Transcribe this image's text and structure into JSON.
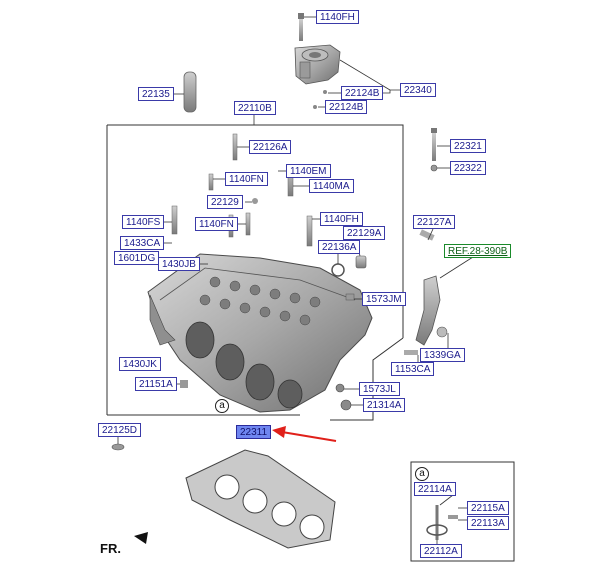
{
  "labels": {
    "l_1140FH_top": "1140FH",
    "l_22124B_a": "22124B",
    "l_22124B_b": "22124B",
    "l_22340": "22340",
    "l_22135": "22135",
    "l_22110B": "22110B",
    "l_22126A": "22126A",
    "l_22321": "22321",
    "l_22322": "22322",
    "l_1140FN_a": "1140FN",
    "l_1140EM": "1140EM",
    "l_1140MA": "1140MA",
    "l_22129": "22129",
    "l_1140FS": "1140FS",
    "l_1140FN_b": "1140FN",
    "l_1140FH_mid": "1140FH",
    "l_22127A": "22127A",
    "l_22129A": "22129A",
    "l_1433CA": "1433CA",
    "l_22136A": "22136A",
    "l_1601DG": "1601DG",
    "l_1430JB": "1430JB",
    "l_1573JM": "1573JM",
    "l_1339GA": "1339GA",
    "l_1430JK": "1430JK",
    "l_1153CA": "1153CA",
    "l_21151A": "21151A",
    "l_1573JL": "1573JL",
    "l_21314A": "21314A",
    "l_22125D": "22125D",
    "l_22311": "22311",
    "l_22114A": "22114A",
    "l_22115A": "22115A",
    "l_22113A": "22113A",
    "l_22112A": "22112A"
  },
  "ref_label": "REF.28-390B",
  "circle_marker": "a",
  "inset_marker": "a",
  "front_label": "FR.",
  "colors": {
    "label_border": "#3a3aa8",
    "label_text": "#1a1a8c",
    "highlight_fill": "#6f86f0",
    "ref_green": "#1a8a2a",
    "arrow_red": "#e0201a",
    "part_gray": "#9a9a9a"
  }
}
